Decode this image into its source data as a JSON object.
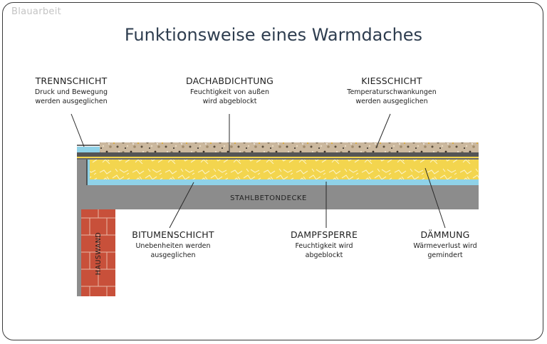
{
  "logo": "Blauarbeit",
  "title": "Funktionsweise eines Warmdaches",
  "labels": {
    "trennschicht": {
      "head": "TRENNSCHICHT",
      "desc": "Druck und Bewegung\nwerden ausgeglichen"
    },
    "dachabdichtung": {
      "head": "DACHABDICHTUNG",
      "desc": "Feuchtigkeit von außen\nwird abgeblockt"
    },
    "kiesschicht": {
      "head": "KIESSCHICHT",
      "desc": "Temperaturschwankungen\nwerden ausgeglichen"
    },
    "bitumenschicht": {
      "head": "BITUMENSCHICHT",
      "desc": "Unebenheiten werden\nausgeglichen"
    },
    "dampfsperre": {
      "head": "DAMPFSPERRE",
      "desc": "Feuchtigkeit wird\nabgeblockt"
    },
    "daemmung": {
      "head": "DÄMMUNG",
      "desc": "Wärmeverlust wird\ngemindert"
    }
  },
  "layers": {
    "slab": "STAHLBETONDECKE",
    "wall": "HAUSWAND"
  },
  "colors": {
    "concrete": "#8c8c8c",
    "insulation": "#f3d54e",
    "vapor_barrier": "#8fd2e8",
    "gravel": "#c9b69b",
    "brick": "#c8503a",
    "title": "#2e3d4f"
  }
}
